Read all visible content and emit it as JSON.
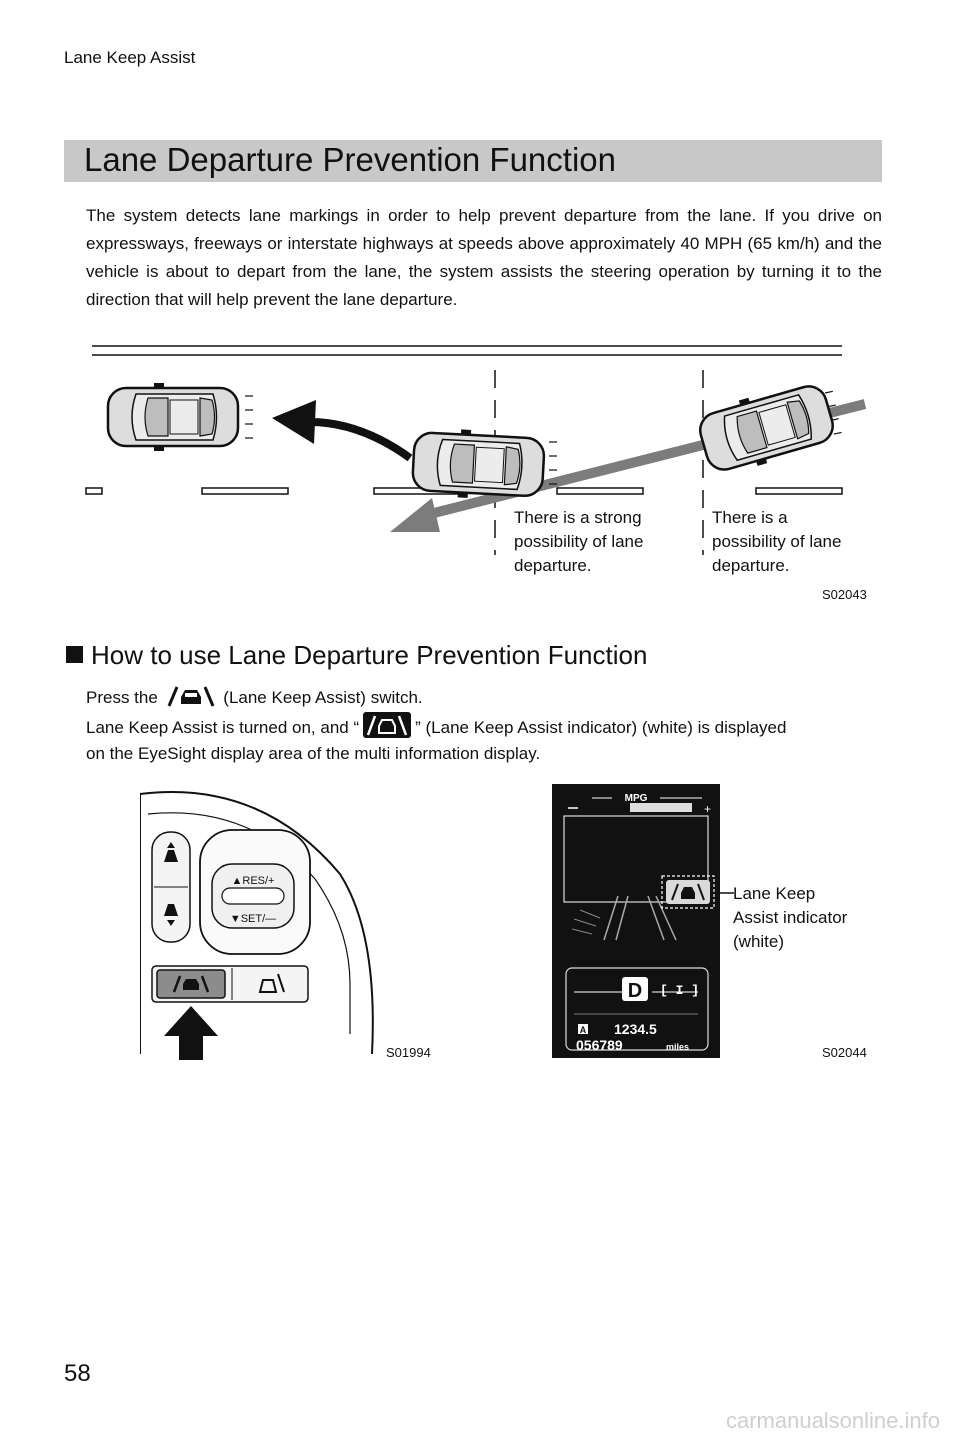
{
  "header": {
    "running_title": "Lane Keep Assist"
  },
  "section": {
    "title": "Lane Departure Prevention Function",
    "intro": "The system detects lane markings in order to help prevent departure from the lane. If you drive on expressways, freeways or interstate highways at speeds above approximately 40 MPH (65 km/h) and the vehicle is about to depart from the lane, the system assists the steering operation by turning it to the direction that will help prevent the lane departure."
  },
  "figure1": {
    "code": "S02043",
    "caption_strong": [
      "There is a strong",
      "possibility of lane",
      "departure."
    ],
    "caption_possible": [
      "There is a",
      "possibility of lane",
      "departure."
    ]
  },
  "howto": {
    "title": "How to use Lane Departure Prevention Function",
    "line1_pre": "Press the",
    "line1_post": "(Lane Keep Assist) switch.",
    "line2_pre": "Lane Keep Assist is turned on, and “",
    "line2_post": "” (Lane Keep Assist indicator) (white) is displayed",
    "line3": "on the EyeSight display area of the multi information display."
  },
  "figure2": {
    "code": "S01994",
    "res_label": "▲RES/+",
    "set_label": "▼SET/—"
  },
  "figure3": {
    "code": "S02044",
    "mpg_label": "MPG",
    "gear": "D",
    "trip_label": "A",
    "trip_value": "1234.5",
    "odometer": "056789",
    "odo_unit": "miles",
    "indicator_caption": [
      "Lane Keep",
      "Assist indicator",
      "(white)"
    ]
  },
  "footer": {
    "page_number": "58",
    "watermark": "carmanualsonline.info"
  },
  "icons": [
    "lane-keep-assist-icon",
    "steering-wheel-switch-icon",
    "arrow-up-icon",
    "car-icon"
  ]
}
